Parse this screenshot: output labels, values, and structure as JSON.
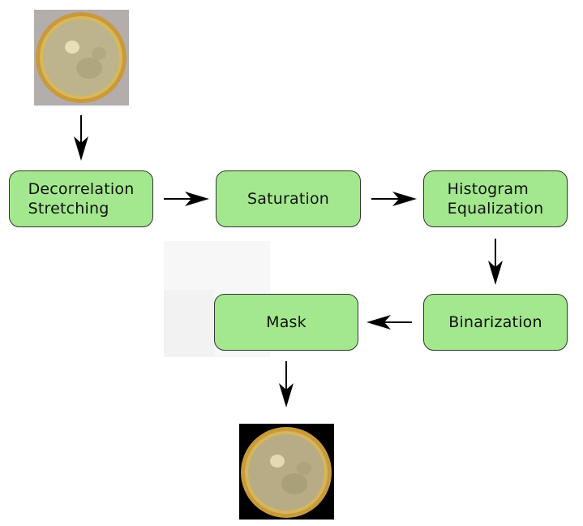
{
  "nodes": {
    "decorrelation": "Decorrelation\nStretching",
    "saturation": "Saturation",
    "histogram": "Histogram\nEqualization",
    "binarization": "Binarization",
    "mask": "Mask"
  },
  "images": {
    "input": "petri-dish-photo",
    "output": "masked-petri-dish-photo"
  },
  "colors": {
    "node_fill": "#a3e88e",
    "node_border": "#333333",
    "arrow": "#000000",
    "dish_rim": "#c8a04a",
    "dish_fill": "#bdb38d",
    "input_bg": "#b3adab",
    "output_bg": "#000000"
  }
}
